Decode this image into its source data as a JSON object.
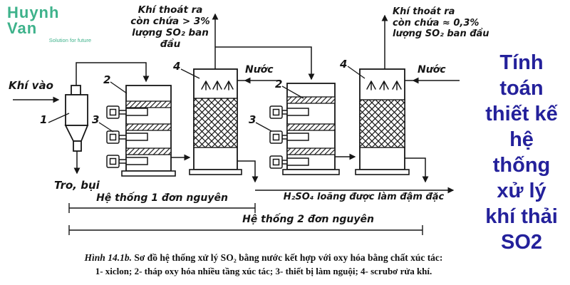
{
  "logo": {
    "title": "Huynh Van",
    "tagline": "Solution for future",
    "color": "#3eb28b"
  },
  "headline": {
    "color": "#24219b",
    "lines": [
      "Tính",
      "toán",
      "thiết kế",
      "hệ",
      "thống",
      "xử lý",
      "khí thải",
      "SO2"
    ]
  },
  "diagram": {
    "notes": {
      "vent1": [
        "Khí thoát ra",
        "còn chứa > 3%",
        "lượng SO₂ ban",
        "đầu"
      ],
      "vent2": [
        "Khí thoát ra",
        "còn chứa ≈ 0,3%",
        "lượng SO₂ ban đầu"
      ]
    },
    "labels": {
      "gas_in": "Khí vào",
      "ash": "Tro, bụi",
      "water1": "Nước",
      "water2": "Nước",
      "system1": "Hệ thống 1 đơn nguyên",
      "acid": "H₂SO₄ loãng được làm đậm đặc",
      "system2": "Hệ thống 2 đơn nguyên"
    },
    "numbers": {
      "n1": "1",
      "n2a": "2",
      "n3a": "3",
      "n4a": "4",
      "n2b": "2",
      "n3b": "3",
      "n4b": "4"
    }
  },
  "caption": {
    "prefix": "Hình 14.1b.",
    "line1": "Sơ đồ hệ thống xử lý SO₂ bằng nước kết hợp với oxy hóa bằng chất xúc tác:",
    "line2": "1- xiclon; 2- tháp oxy hóa nhiều tầng xúc tác; 3- thiết bị làm nguội; 4- scrubơ rửa khí."
  }
}
